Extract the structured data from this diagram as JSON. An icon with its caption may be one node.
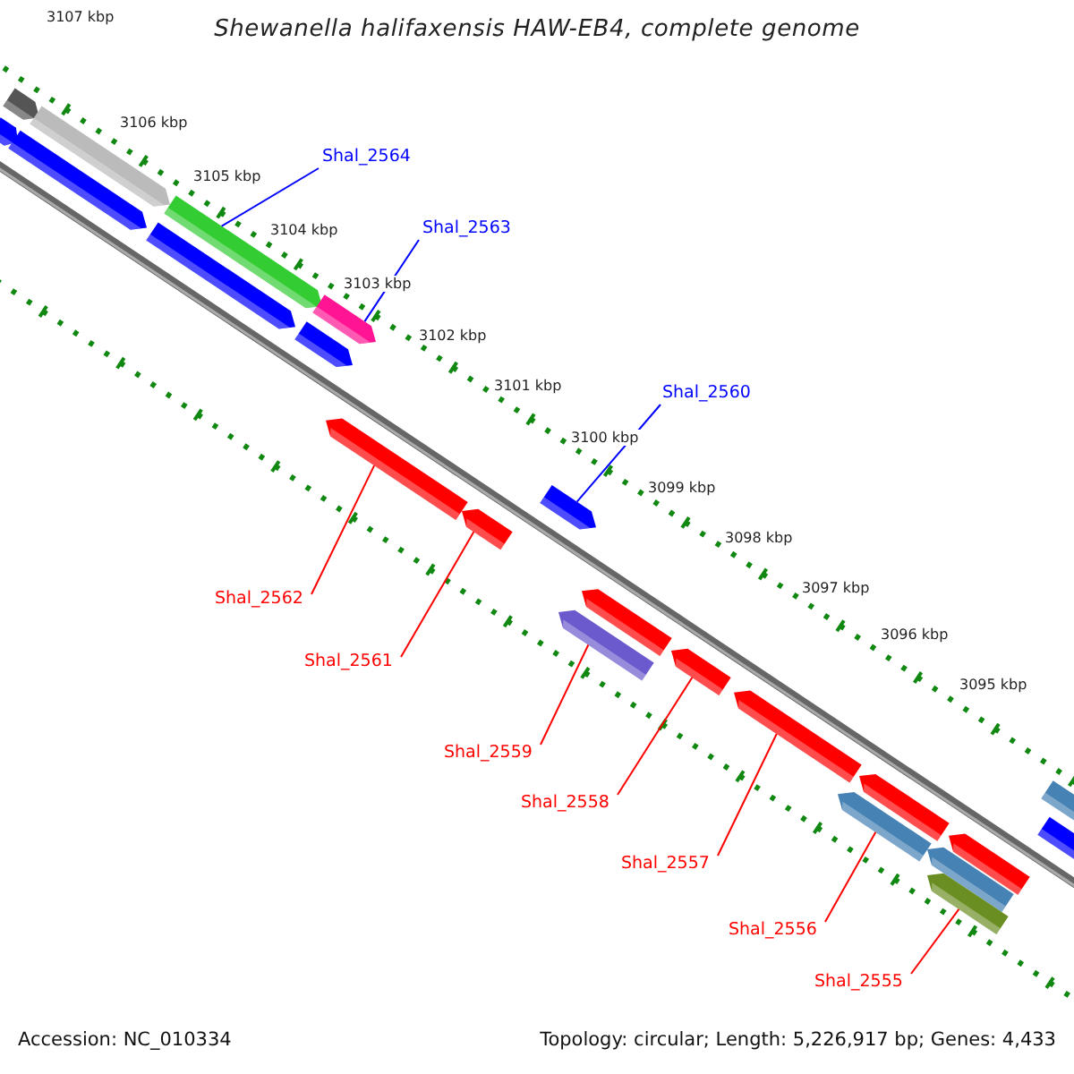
{
  "diagram": {
    "title": "Shewanella halifaxensis HAW-EB4, complete genome",
    "nodes": [
      {
        "text": [
          "Shal_2564"
        ]
      },
      {
        "text": [
          "Shal_2563"
        ]
      },
      {
        "text": [
          "Shal_2560"
        ]
      },
      {
        "text": [
          "Shal_2562"
        ]
      },
      {
        "text": [
          "Shal_2561"
        ]
      },
      {
        "text": [
          "Shal_2559"
        ]
      },
      {
        "text": [
          "Shal_2558"
        ]
      },
      {
        "text": [
          "Shal_2557"
        ]
      },
      {
        "text": [
          "Shal_2556"
        ]
      },
      {
        "text": [
          "Shal_2555"
        ]
      },
      {
        "text": [],
        "shape": "bar"
      },
      {
        "text": [],
        "shape": "bar"
      },
      {
        "text": [],
        "shape": "bar"
      },
      {
        "text": [],
        "shape": "bar"
      },
      {
        "text": [],
        "shape": "bar"
      },
      {
        "text": [],
        "shape": "bar"
      },
      {
        "text": [],
        "shape": "bar"
      },
      {
        "text": [],
        "shape": "bar"
      },
      {
        "text": [],
        "shape": "bar"
      },
      {
        "text": [],
        "shape": "bar"
      },
      {
        "text": [],
        "shape": "bar"
      },
      {
        "text": [],
        "shape": "bar"
      },
      {
        "text": [],
        "shape": "bar"
      },
      {
        "text": [],
        "shape": "bar"
      },
      {
        "text": [],
        "shape": "bar"
      },
      {
        "text": [],
        "shape": "bar"
      },
      {
        "text": [],
        "shape": "bar"
      },
      {
        "text": [],
        "shape": "bar"
      },
      {
        "text": [],
        "shape": "bar"
      },
      {
        "text": [],
        "shape": "bar"
      },
      {
        "text": [],
        "shape": "bar"
      },
      {
        "text": [],
        "shape": "bar"
      }
    ],
    "edges": [
      {
        "from": 0,
        "to": 15,
        "arrow": "none",
        "color": "#0000ff"
      },
      {
        "from": 1,
        "to": 17,
        "arrow": "none",
        "color": "#0000ff"
      },
      {
        "from": 2,
        "to": 20,
        "arrow": "none",
        "color": "#0000ff"
      },
      {
        "from": 3,
        "to": 18,
        "arrow": "none"
      },
      {
        "from": 4,
        "to": 19,
        "arrow": "none"
      },
      {
        "from": 5,
        "to": 21,
        "arrow": "none"
      },
      {
        "from": 6,
        "to": 23,
        "arrow": "none"
      },
      {
        "from": 7,
        "to": 24,
        "arrow": "none"
      },
      {
        "from": 8,
        "to": 25,
        "arrow": "none"
      },
      {
        "from": 9,
        "to": 28,
        "arrow": "none"
      }
    ],
    "labels": [
      "3107 kbp",
      "3106 kbp",
      "3105 kbp",
      "3104 kbp",
      "3103 kbp",
      "3102 kbp",
      "3101 kbp",
      "3100 kbp",
      "3099 kbp",
      "3098 kbp",
      "3097 kbp",
      "3096 kbp",
      "3095 kbp",
      "Accession: NC_010334",
      "Topology: circular; Length: 5,226,917 bp; Genes: 4,433"
    ]
  }
}
